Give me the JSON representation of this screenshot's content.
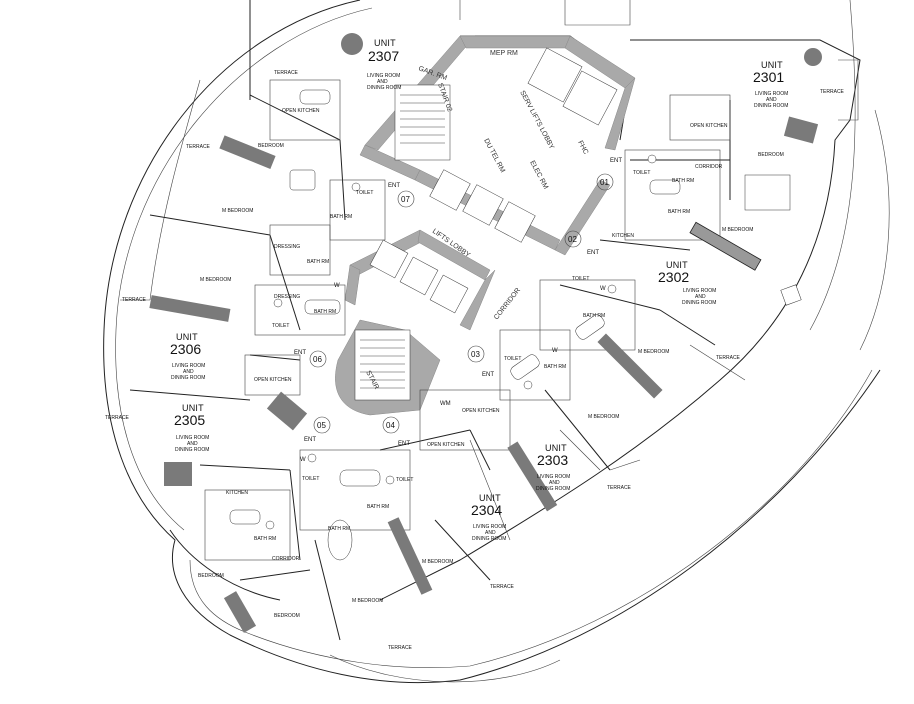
{
  "units": [
    {
      "id": "u2301",
      "unit_word": "UNIT",
      "number": "2301",
      "living": "LIVING ROOM",
      "and": "AND",
      "dining": "DINING ROOM"
    },
    {
      "id": "u2302",
      "unit_word": "UNIT",
      "number": "2302",
      "living": "LIVING ROOM",
      "and": "AND",
      "dining": "DINING ROOM"
    },
    {
      "id": "u2303",
      "unit_word": "UNIT",
      "number": "2303",
      "living": "LIVING ROOM",
      "and": "AND",
      "dining": "DINING ROOM"
    },
    {
      "id": "u2304",
      "unit_word": "UNIT",
      "number": "2304",
      "living": "LIVING ROOM",
      "and": "AND",
      "dining": "DINING ROOM"
    },
    {
      "id": "u2305",
      "unit_word": "UNIT",
      "number": "2305",
      "living": "LIVING ROOM",
      "and": "AND",
      "dining": "DINING ROOM"
    },
    {
      "id": "u2306",
      "unit_word": "UNIT",
      "number": "2306",
      "living": "LIVING ROOM",
      "and": "AND",
      "dining": "DINING ROOM"
    },
    {
      "id": "u2307",
      "unit_word": "UNIT",
      "number": "2307",
      "living": "LIVING ROOM",
      "and": "AND",
      "dining": "DINING ROOM"
    }
  ],
  "rooms": {
    "terrace": "TERRACE",
    "bedroom": "BEDROOM",
    "m_bedroom": "M BEDROOM",
    "bath_rm": "BATH RM",
    "toilet": "TOILET",
    "open_kitchen": "OPEN KITCHEN",
    "kitchen": "KITCHEN",
    "dressing": "DRESSING",
    "corridor": "CORRIDOR",
    "ent": "ENT",
    "w": "W",
    "wm": "WM"
  },
  "core": {
    "mep_rm": "MEP RM",
    "gar_rm": "GAR. RM",
    "stair_02": "STAIR 02",
    "stair_01": "STAIR",
    "serv_lifts_lobby": "SERV LIFTS LOBBY",
    "du_tel_rm": "DU TEL RM",
    "elec_rm": "ELEC RM",
    "fhc": "FHC",
    "lifts_lobby": "LIFTS LOBBY",
    "corridor": "CORRIDOR"
  },
  "doors": [
    "01",
    "02",
    "03",
    "04",
    "05",
    "06",
    "07"
  ]
}
